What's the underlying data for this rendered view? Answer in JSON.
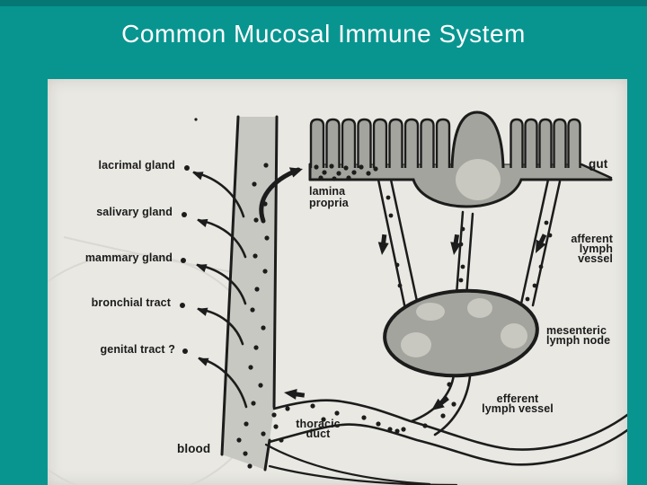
{
  "slide": {
    "title": "Common Mucosal Immune System"
  },
  "diagram": {
    "labels": {
      "lacrimal": "lacrimal gland",
      "salivary": "salivary gland",
      "mammary": "mammary gland",
      "bronchial": "bronchial tract",
      "genital": "genital tract ?",
      "blood": "blood",
      "gut": "gut",
      "lamina": [
        "lamina",
        "propria"
      ],
      "afferent": [
        "afferent",
        "lymph",
        "vessel"
      ],
      "mesenteric": [
        "mesenteric",
        "lymph node"
      ],
      "efferent": [
        "efferent",
        "lymph vessel"
      ],
      "thoracic": [
        "thoracic",
        "duct"
      ]
    }
  },
  "colors": {
    "background": "#089590",
    "title_text": "#ffffff",
    "paper": "#e9e8e3",
    "ink": "#1c1c1c",
    "label_text": "#1b1b1b",
    "tissue": "#a4a49e",
    "vessel_fill": "#c8c8c2",
    "germinal": "#c8c8c1"
  }
}
